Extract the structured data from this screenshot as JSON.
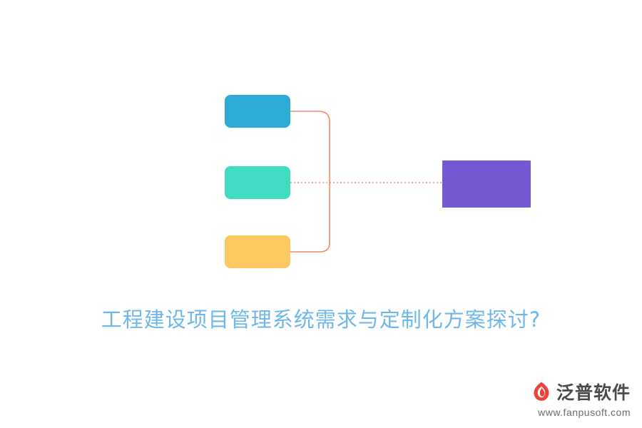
{
  "diagram": {
    "nodes": [
      {
        "id": "node-blue",
        "label": "",
        "color": "#2cabd4",
        "shape": "rounded-rect"
      },
      {
        "id": "node-green",
        "label": "",
        "color": "#40dbc0",
        "shape": "rounded-rect"
      },
      {
        "id": "node-yellow",
        "label": "",
        "color": "#fcc861",
        "shape": "rounded-rect"
      },
      {
        "id": "node-purple",
        "label": "",
        "color": "#7558d4",
        "shape": "rect"
      }
    ],
    "connectors": [
      {
        "from": "node-blue",
        "to": "node-purple",
        "style": "solid",
        "color": "#f08a6a"
      },
      {
        "from": "node-yellow",
        "to": "node-purple",
        "style": "solid",
        "color": "#f08a6a"
      },
      {
        "from": "node-green",
        "to": "node-purple",
        "style": "dotted",
        "color": "#f08a6a"
      }
    ]
  },
  "caption": {
    "text": "工程建设项目管理系统需求与定制化方案探讨?",
    "color": "#6fb7e8"
  },
  "branding": {
    "name": "泛普软件",
    "url": "www.fanpusoft.com",
    "mark_color": "#e8453c"
  }
}
